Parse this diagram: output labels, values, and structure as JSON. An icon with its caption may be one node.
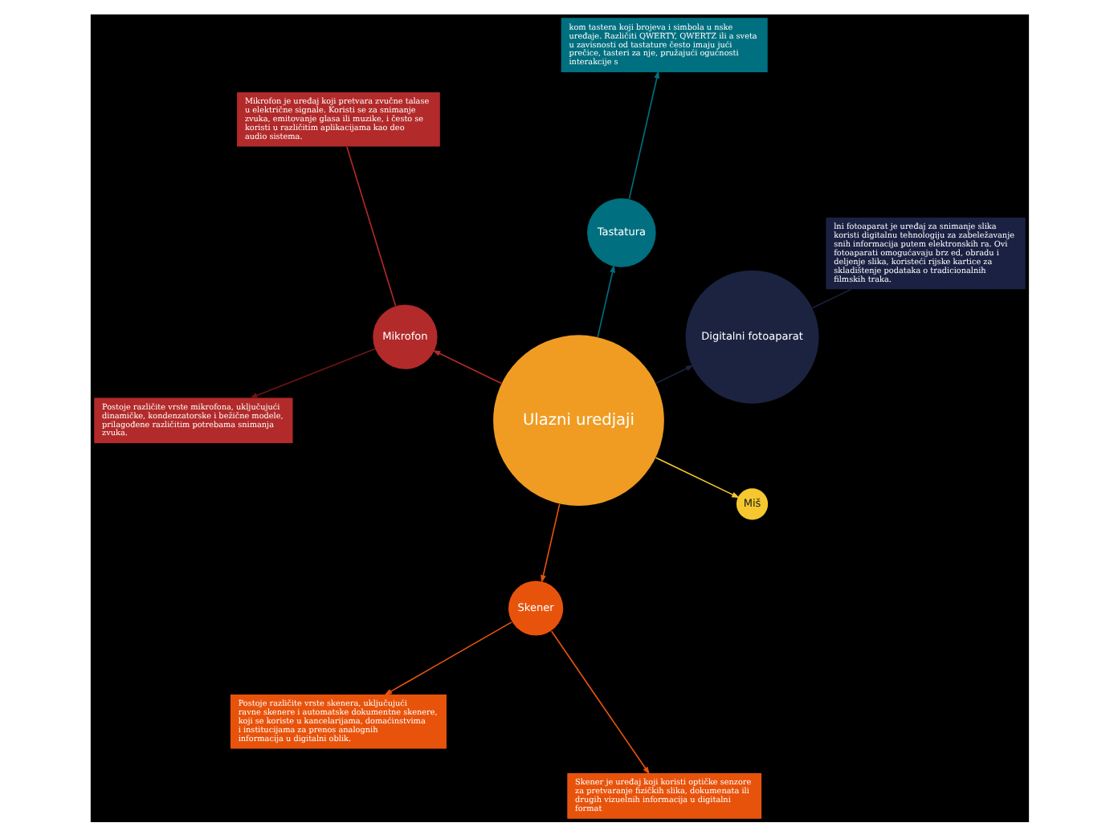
{
  "diagram": {
    "nodes": [
      {
        "text": [
          "Ulazni uredjaji"
        ]
      },
      {
        "text": [
          "Digitalni fotoaparat"
        ]
      },
      {
        "text": [
          "lni fotoaparat je uređaj za snimanje slika koristi digitalnu tehnologiju za zabeležavanje snih informacija putem elektronskih ra. Ovi fotoaparati omogućavaju brz ed, obradu i deljenje slika, koristeći rijske kartice za skladištenje podataka o tradicionalnih filmskih traka."
        ]
      },
      {
        "text": [
          "Tastatura"
        ]
      },
      {
        "text": [
          "kom tastera koji brojeva i simbola u nske uređaje. Različiti QWERTY, QWERTZ ili a sveta u zavisnosti od tastature često imaju jući prečice, tasteri za nje, pružajući ogućnosti interakcije s"
        ]
      },
      {
        "text": [
          "Mikrofon"
        ]
      },
      {
        "text": [
          "Mikrofon je uređaj koji pretvara zvučne talase u električne signale. Koristi se za snimanje zvuka, emitovanje glasa ili muzike, i često se koristi u različitim aplikacijama kao deo audio sistema."
        ]
      },
      {
        "text": [
          "Postoje različite vrste mikrofona, uključujući dinamičke, kondenzatorske i bežične modele, prilagođene različitim potrebama snimanja zvuka."
        ]
      },
      {
        "text": [
          "Skener"
        ]
      },
      {
        "text": [
          "Postoje različite vrste skenera, uključujući ravne skenere i automatske dokumentne skenere, koji se koriste u kancelarijama, domaćinstvima i institucijama za prenos analognih informacija u digitalni oblik."
        ]
      },
      {
        "text": [
          "Skener je uređaj koji koristi optičke senzore za pretvaranje fizičkih slika, dokumenata ili drugih vizuelnih informacija u digitalni format"
        ]
      },
      {
        "text": [
          "Miš"
        ]
      }
    ],
    "edges": [
      {
        "from": 0,
        "to": 1,
        "arrow": "to",
        "color": "#1b2340"
      },
      {
        "from": 1,
        "to": 2,
        "arrow": "none",
        "color": "#1b2340"
      },
      {
        "from": 0,
        "to": 3,
        "arrow": "to",
        "color": "#006f7f"
      },
      {
        "from": 3,
        "to": 4,
        "arrow": "to",
        "color": "#006f7f"
      },
      {
        "from": 0,
        "to": 5,
        "arrow": "to",
        "color": "#b22a2a"
      },
      {
        "from": 5,
        "to": 6,
        "arrow": "none",
        "color": "#b22a2a"
      },
      {
        "from": 5,
        "to": 7,
        "arrow": "to",
        "color": "#6e1515"
      },
      {
        "from": 0,
        "to": 8,
        "arrow": "to",
        "color": "#e8530c"
      },
      {
        "from": 8,
        "to": 9,
        "arrow": "to",
        "color": "#e8530c"
      },
      {
        "from": 8,
        "to": 10,
        "arrow": "to",
        "color": "#e8530c"
      },
      {
        "from": 0,
        "to": 11,
        "arrow": "to",
        "color": "#f5c82f"
      }
    ]
  }
}
